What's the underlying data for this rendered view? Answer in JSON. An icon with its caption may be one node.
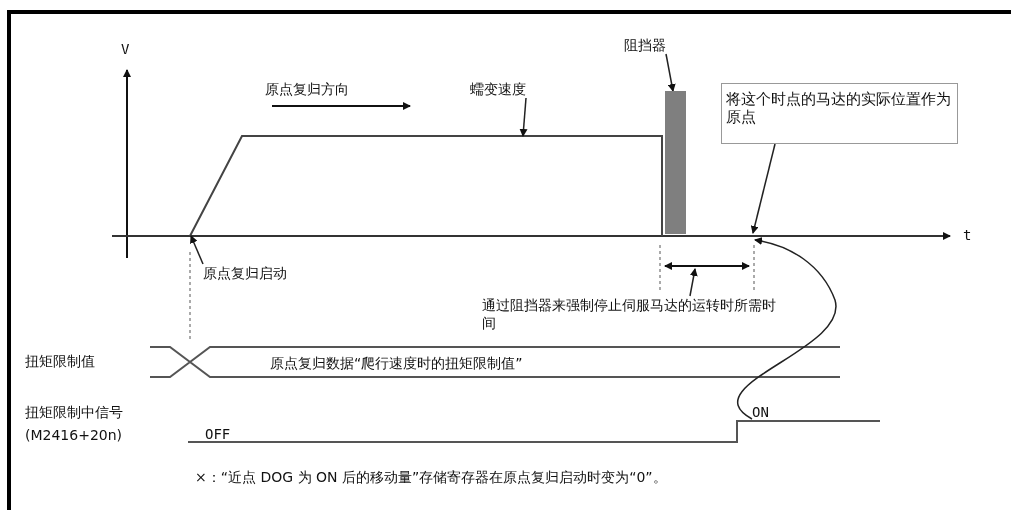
{
  "diagram": {
    "nodes": [
      {
        "text": [
          "蠕变速度"
        ]
      },
      {
        "text": [
          "阻挡器"
        ]
      },
      {
        "text": [],
        "shape": "bar"
      },
      {
        "text": [
          "将这个时点的马达的实际位置作为原点"
        ]
      },
      {
        "text": [
          "原点复归启动"
        ]
      },
      {
        "text": [
          "通过阻挡器来强制停止伺服马达的运转时所需时间"
        ]
      },
      {
        "text": [
          "ON"
        ]
      },
      {
        "text": [],
        "shape": "line"
      }
    ],
    "edges": [
      {
        "from": 0,
        "to": 7,
        "arrow": "to"
      },
      {
        "from": 1,
        "to": 2,
        "arrow": "to"
      },
      {
        "from": 3,
        "to": null,
        "arrow": "to"
      },
      {
        "from": 4,
        "to": 7,
        "arrow": "to"
      },
      {
        "from": 5,
        "to": null,
        "arrow": "to"
      },
      {
        "from": 6,
        "to": null,
        "arrow": "to"
      }
    ],
    "labels": [
      "V",
      "原点复归方向",
      "t",
      "扭矩限制值",
      "原点复归数据“爬行速度时的扭矩限制值”",
      "扭矩限制中信号 (M2416+20n)",
      "OFF",
      "×：“近点 DOG 为 ON 后的移动量”存储寄存器在原点复归启动时变为“0”。"
    ]
  }
}
